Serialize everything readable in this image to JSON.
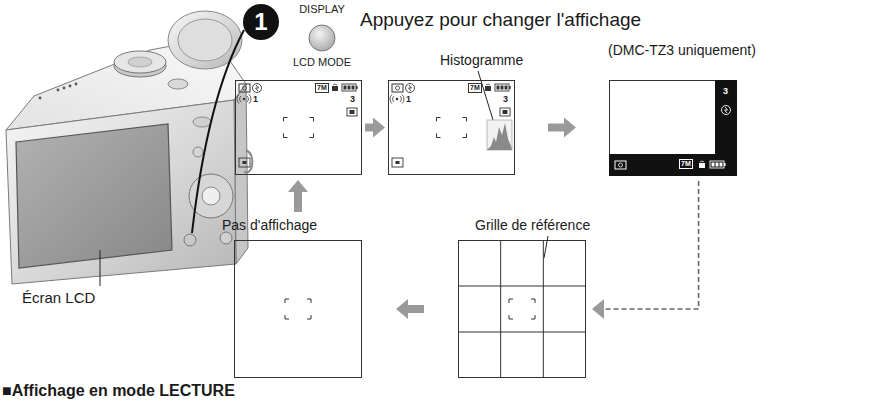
{
  "diagram": {
    "nodes": [
      {
        "text": [
          "7M",
          "1",
          "3"
        ]
      },
      {
        "text": [
          "Histogramme",
          "7M",
          "1",
          "3"
        ]
      },
      {
        "text": [
          "(DMC-TZ3 uniquement)",
          "3",
          "7M"
        ]
      },
      {
        "text": [
          "Grille de référence"
        ]
      },
      {
        "text": [
          "Pas d'affichage"
        ]
      }
    ],
    "edges": [
      {
        "from": 0,
        "to": 1,
        "arrow": "to"
      },
      {
        "from": 1,
        "to": 2,
        "arrow": "to"
      },
      {
        "from": 2,
        "to": 3,
        "arrow": "to"
      },
      {
        "from": 3,
        "to": 4,
        "arrow": "to"
      },
      {
        "from": 4,
        "to": 0,
        "arrow": "to"
      }
    ],
    "labels": [
      "1",
      "DISPLAY",
      "Appuyez pour changer l'affichage",
      "LCD MODE",
      "Écran LCD",
      "■Affichage en mode LECTURE"
    ]
  }
}
